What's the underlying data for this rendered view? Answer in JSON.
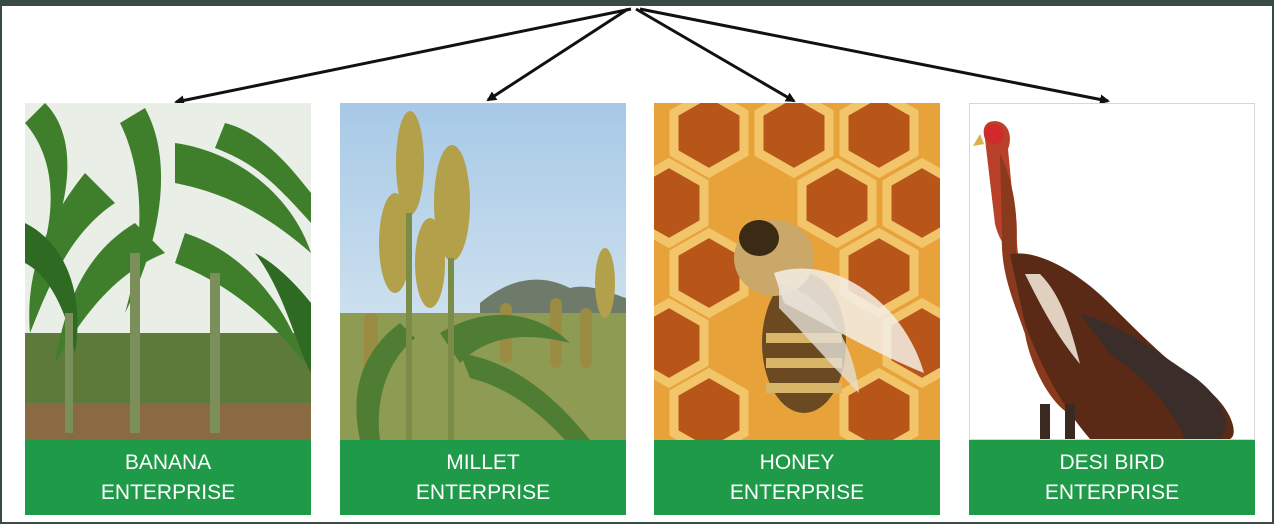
{
  "enterprises": [
    {
      "line1": "BANANA",
      "line2": "ENTERPRISE",
      "image": "banana plants"
    },
    {
      "line1": "MILLET",
      "line2": "ENTERPRISE",
      "image": "millet crop"
    },
    {
      "line1": "HONEY",
      "line2": "ENTERPRISE",
      "image": "bee on honeycomb"
    },
    {
      "line1": "DESI BIRD",
      "line2": "ENTERPRISE",
      "image": "rooster"
    }
  ],
  "colors": {
    "label_bg": "#1f9a48",
    "label_text": "#ffffff",
    "arrow": "#111111",
    "frame": "#3a4a44"
  }
}
